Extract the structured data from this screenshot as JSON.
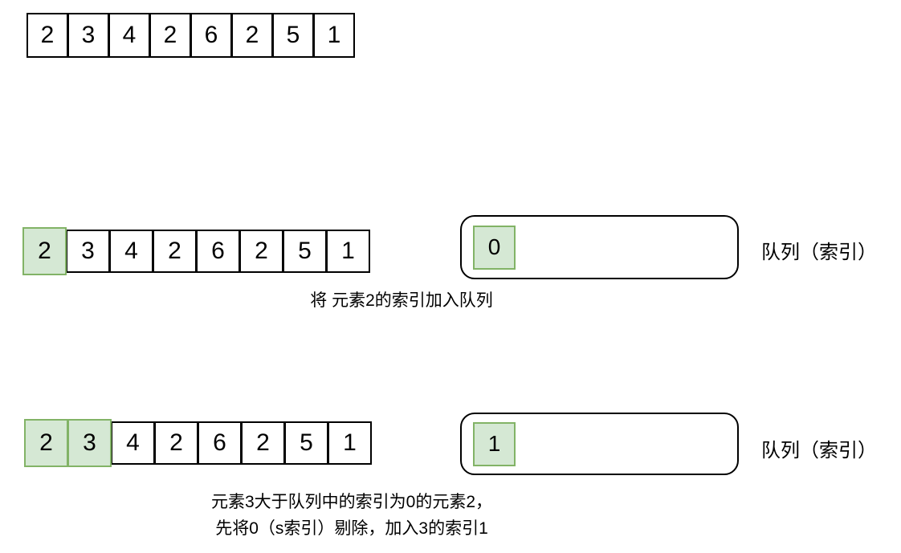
{
  "colors": {
    "highlight_fill": "#d5e8d4",
    "highlight_border": "#82b366",
    "cell_border": "#000000",
    "background": "#ffffff"
  },
  "array_values": [
    "2",
    "3",
    "4",
    "2",
    "6",
    "2",
    "5",
    "1"
  ],
  "steps": {
    "initial": {
      "highlighted_count": 0
    },
    "step1": {
      "highlighted_count": 1,
      "queue_items": [
        "0"
      ],
      "queue_label": "队列（索引）",
      "caption": "将 元素2的索引加入队列"
    },
    "step2": {
      "highlighted_count": 2,
      "queue_items": [
        "1"
      ],
      "queue_label": "队列（索引）",
      "caption_line1": "元素3大于队列中的索引为0的元素2，",
      "caption_line2": "先将0（s索引）剔除，加入3的索引1"
    }
  }
}
